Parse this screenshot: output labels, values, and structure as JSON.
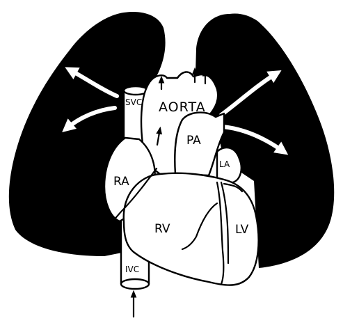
{
  "colors": {
    "lung": "#000000",
    "arrow": "#ffffff",
    "outline": "#000000",
    "background": "#ffffff"
  },
  "labels": {
    "svc": "SVC",
    "aorta": "AORTA",
    "pa": "PA",
    "ra": "RA",
    "la": "LA",
    "rv": "RV",
    "lv": "LV",
    "ivc": "IVC"
  }
}
